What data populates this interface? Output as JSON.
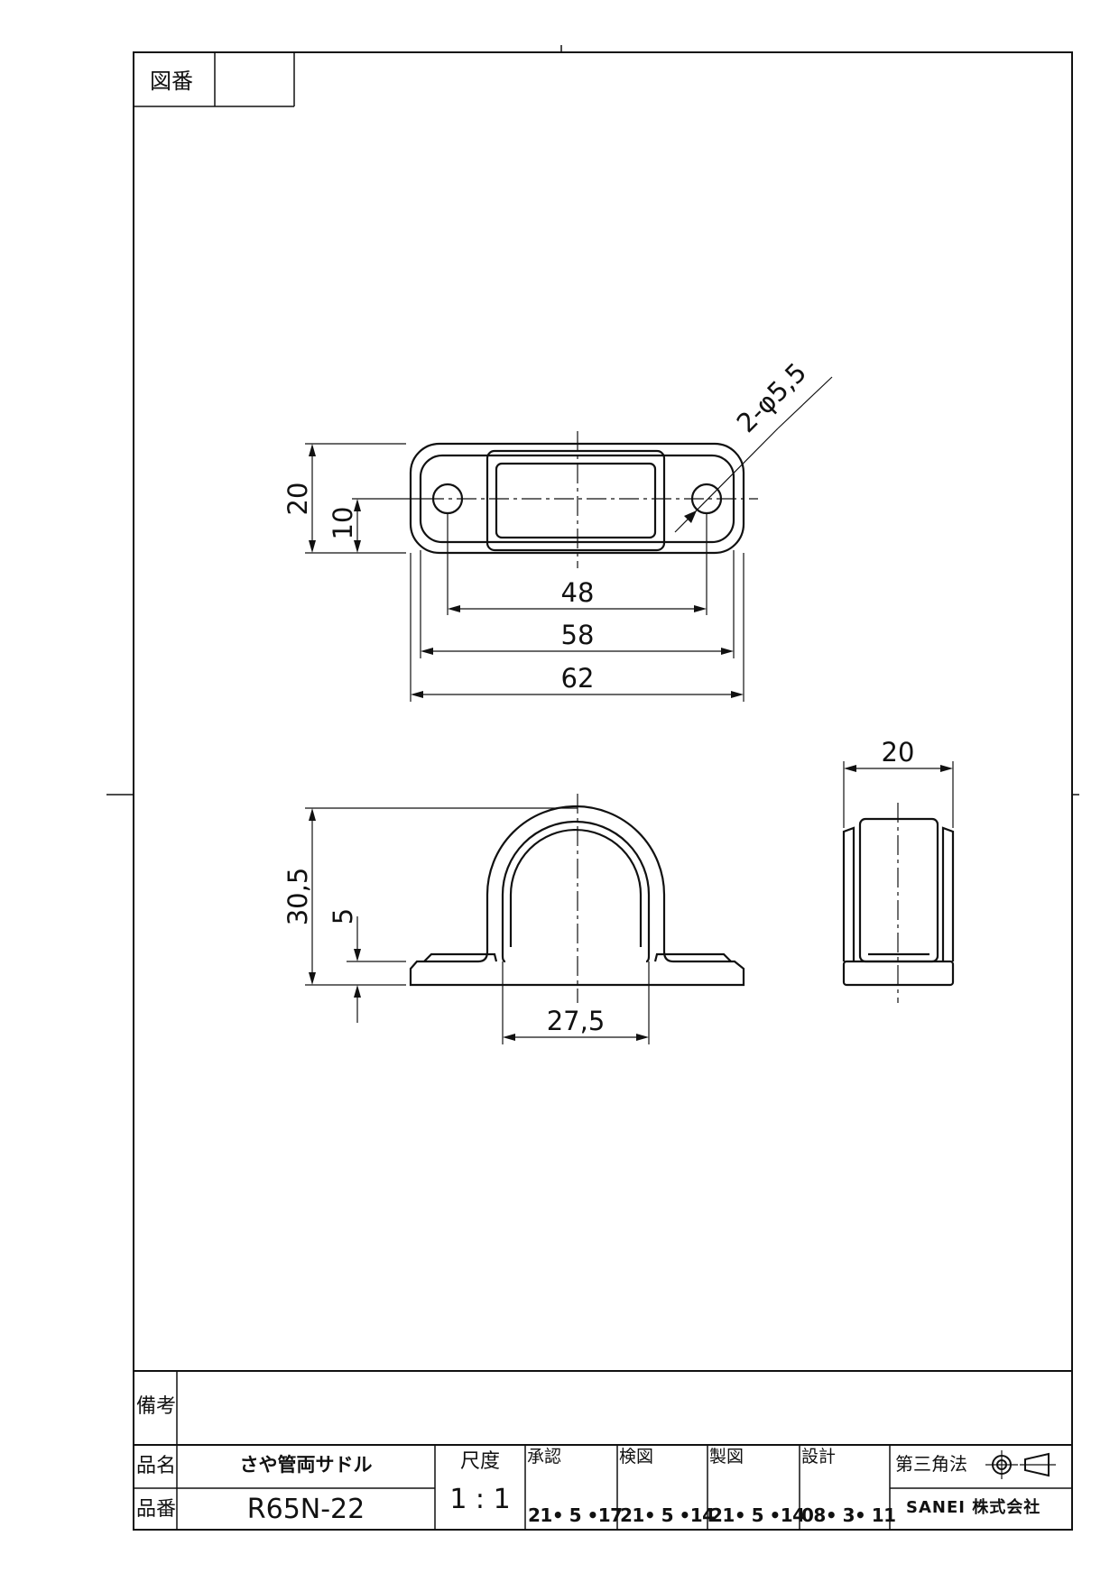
{
  "title_block": {
    "drawing_number_label": "図番",
    "drawing_number_value": "",
    "remarks_label": "備考",
    "remarks_value": "",
    "product_name_label": "品名",
    "product_name": "さや管両サドル",
    "product_number_label": "品番",
    "product_number": "R65N-22",
    "scale_label": "尺度",
    "scale_value": "1 : 1",
    "approval": {
      "label": "承認",
      "date": "21• 5 •17"
    },
    "check": {
      "label": "検図",
      "date": "21• 5 •14"
    },
    "drafting": {
      "label": "製図",
      "date": "21• 5 •14"
    },
    "design": {
      "label": "設計",
      "date": "08•  3• 11"
    },
    "projection_label": "第三角法",
    "company": "SANEI 株式会社"
  },
  "dimensions": {
    "top_view": {
      "height_total": "20",
      "hole_offset": "10",
      "hole_spacing": "48",
      "inner_length": "58",
      "overall_length": "62",
      "holes": "2-φ5,5"
    },
    "front_view": {
      "height": "30,5",
      "flange_thickness": "5",
      "inner_width": "27,5"
    },
    "side_view": {
      "width": "20"
    }
  }
}
